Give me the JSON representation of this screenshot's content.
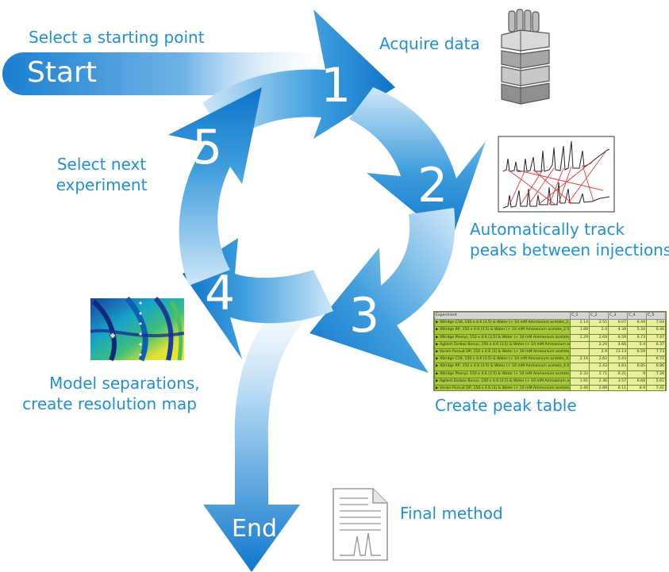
{
  "start": {
    "label": "Select a starting point",
    "text": "Start"
  },
  "end": {
    "text": "End"
  },
  "steps": [
    {
      "number": "1",
      "label": "Acquire data",
      "icon": "hplc-instrument-icon"
    },
    {
      "number": "2",
      "label_line1": "Automatically track",
      "label_line2": "peaks between injections",
      "icon": "chromatogram-icon"
    },
    {
      "number": "3",
      "label": "Create peak table",
      "icon": "peak-table-icon"
    },
    {
      "number": "4",
      "label_line1": "Model separations,",
      "label_line2": "create resolution map",
      "icon": "resolution-map-icon"
    },
    {
      "number": "5",
      "label_line1": "Select next",
      "label_line2": "experiment"
    }
  ],
  "final": {
    "label": "Final method",
    "icon": "document-chromatogram-icon"
  },
  "colors": {
    "accent": "#1f8fd6",
    "arrow_dark": "#0d73c6",
    "arrow_light": "#b9dcf4"
  },
  "peak_table": {
    "headers": [
      "Experiment",
      "C_1",
      "C_2",
      "C_3",
      "C_4",
      "C_5"
    ],
    "rows": [
      [
        "XBridge C18, 150 x 4.6 (3.5) & Water (+ 10 mM Ammonium acetate_2.5)",
        "2.14",
        "2.55",
        "6.07",
        "6.49",
        "7.04"
      ],
      [
        "XBridge RP, 150 x 4.6 (3.5) & Water (+ 10 mM Ammonium acetate_2.5)",
        "1.88",
        "2.4",
        "4.39",
        "5.34",
        "6.46"
      ],
      [
        "XBridge Phenyl, 150 x 4.6 (3.5) & Water (+ 10 mM Ammonium acetate_2.5)",
        "2.29",
        "2.69",
        "6.59",
        "6.73",
        "7.47"
      ],
      [
        "Agilent Zorbax Bonus, 150 x 4.6 (3.5) & Water (+ 10 mM Ammonium acetate_2.5)",
        "",
        "2.29",
        "4.66",
        "5.4",
        "6.37"
      ],
      [
        "Varian Pursuit DP, 150 x 4.6 (3) & Water (+ 10 mM Ammonium acetate_2.5)",
        "",
        "2.9",
        "13.13",
        "6.59",
        "7.73"
      ],
      [
        "XBridge C18, 150 x 4.6 (3.5) & Water (+ 10 mM Ammonium acetate_4.0)",
        "2.16",
        "2.62",
        "5.43",
        "",
        "6.72"
      ],
      [
        "XBridge RP, 150 x 4.6 (3.5) & Water (+ 10 mM Ammonium acetate_4.0)",
        "",
        "2.43",
        "4.83",
        "6.85",
        "6.86"
      ],
      [
        "XBridge Phenyl, 150 x 4.6 (3.5) & Water (+ 10 mM Ammonium acetate_4.0)",
        "2.32",
        "2.71",
        "6.21",
        "9",
        "7.26"
      ],
      [
        "Agilent Zorbax Bonus, 150 x 4.6 (3.5) & Water (+ 10 mM Ammonium acetate_4.0)",
        "1.91",
        "2.36",
        "3.57",
        "6.68",
        "5.61"
      ],
      [
        "Varian Pursuit DP, 150 x 4.6 (3) & Water (+ 10 mM Ammonium acetate_4.0)",
        "2.46",
        "2.89",
        "6.11",
        "8.9",
        "7.41"
      ]
    ]
  }
}
